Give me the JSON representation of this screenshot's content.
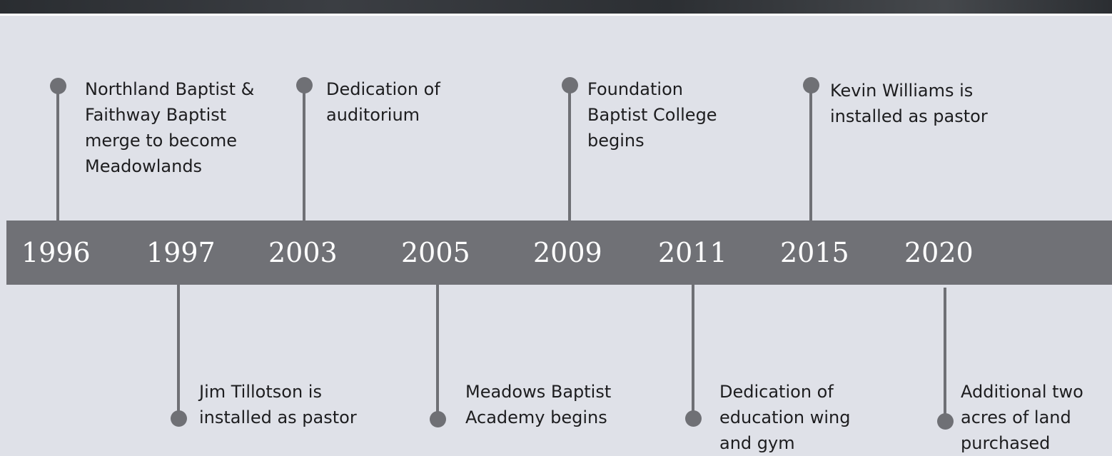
{
  "years": [
    "1996",
    "1997",
    "2003",
    "2005",
    "2009",
    "2011",
    "2015",
    "2020"
  ],
  "events": [
    {
      "year": "1996",
      "lines": [
        "Northland Baptist &",
        "Faithway Baptist",
        "merge to become",
        "Meadowlands"
      ]
    },
    {
      "year": "1997",
      "lines": [
        "Jim Tillotson is",
        "installed as pastor"
      ]
    },
    {
      "year": "2003",
      "lines": [
        "Dedication of",
        "auditorium"
      ]
    },
    {
      "year": "2005",
      "lines": [
        "Meadows Baptist",
        "Academy begins"
      ]
    },
    {
      "year": "2009",
      "lines": [
        "Foundation",
        "Baptist College",
        "begins"
      ]
    },
    {
      "year": "2011",
      "lines": [
        "Dedication of",
        "education wing",
        "and gym"
      ]
    },
    {
      "year": "2015",
      "lines": [
        "Kevin Williams is",
        "installed as pastor"
      ]
    },
    {
      "year": "2020",
      "lines": [
        "Additional two",
        "acres of land",
        "purchased"
      ]
    }
  ],
  "colors": {
    "background": "#dfe1e8",
    "band": "#707176",
    "marker": "#6f7075",
    "text": "#1d1d1f"
  }
}
